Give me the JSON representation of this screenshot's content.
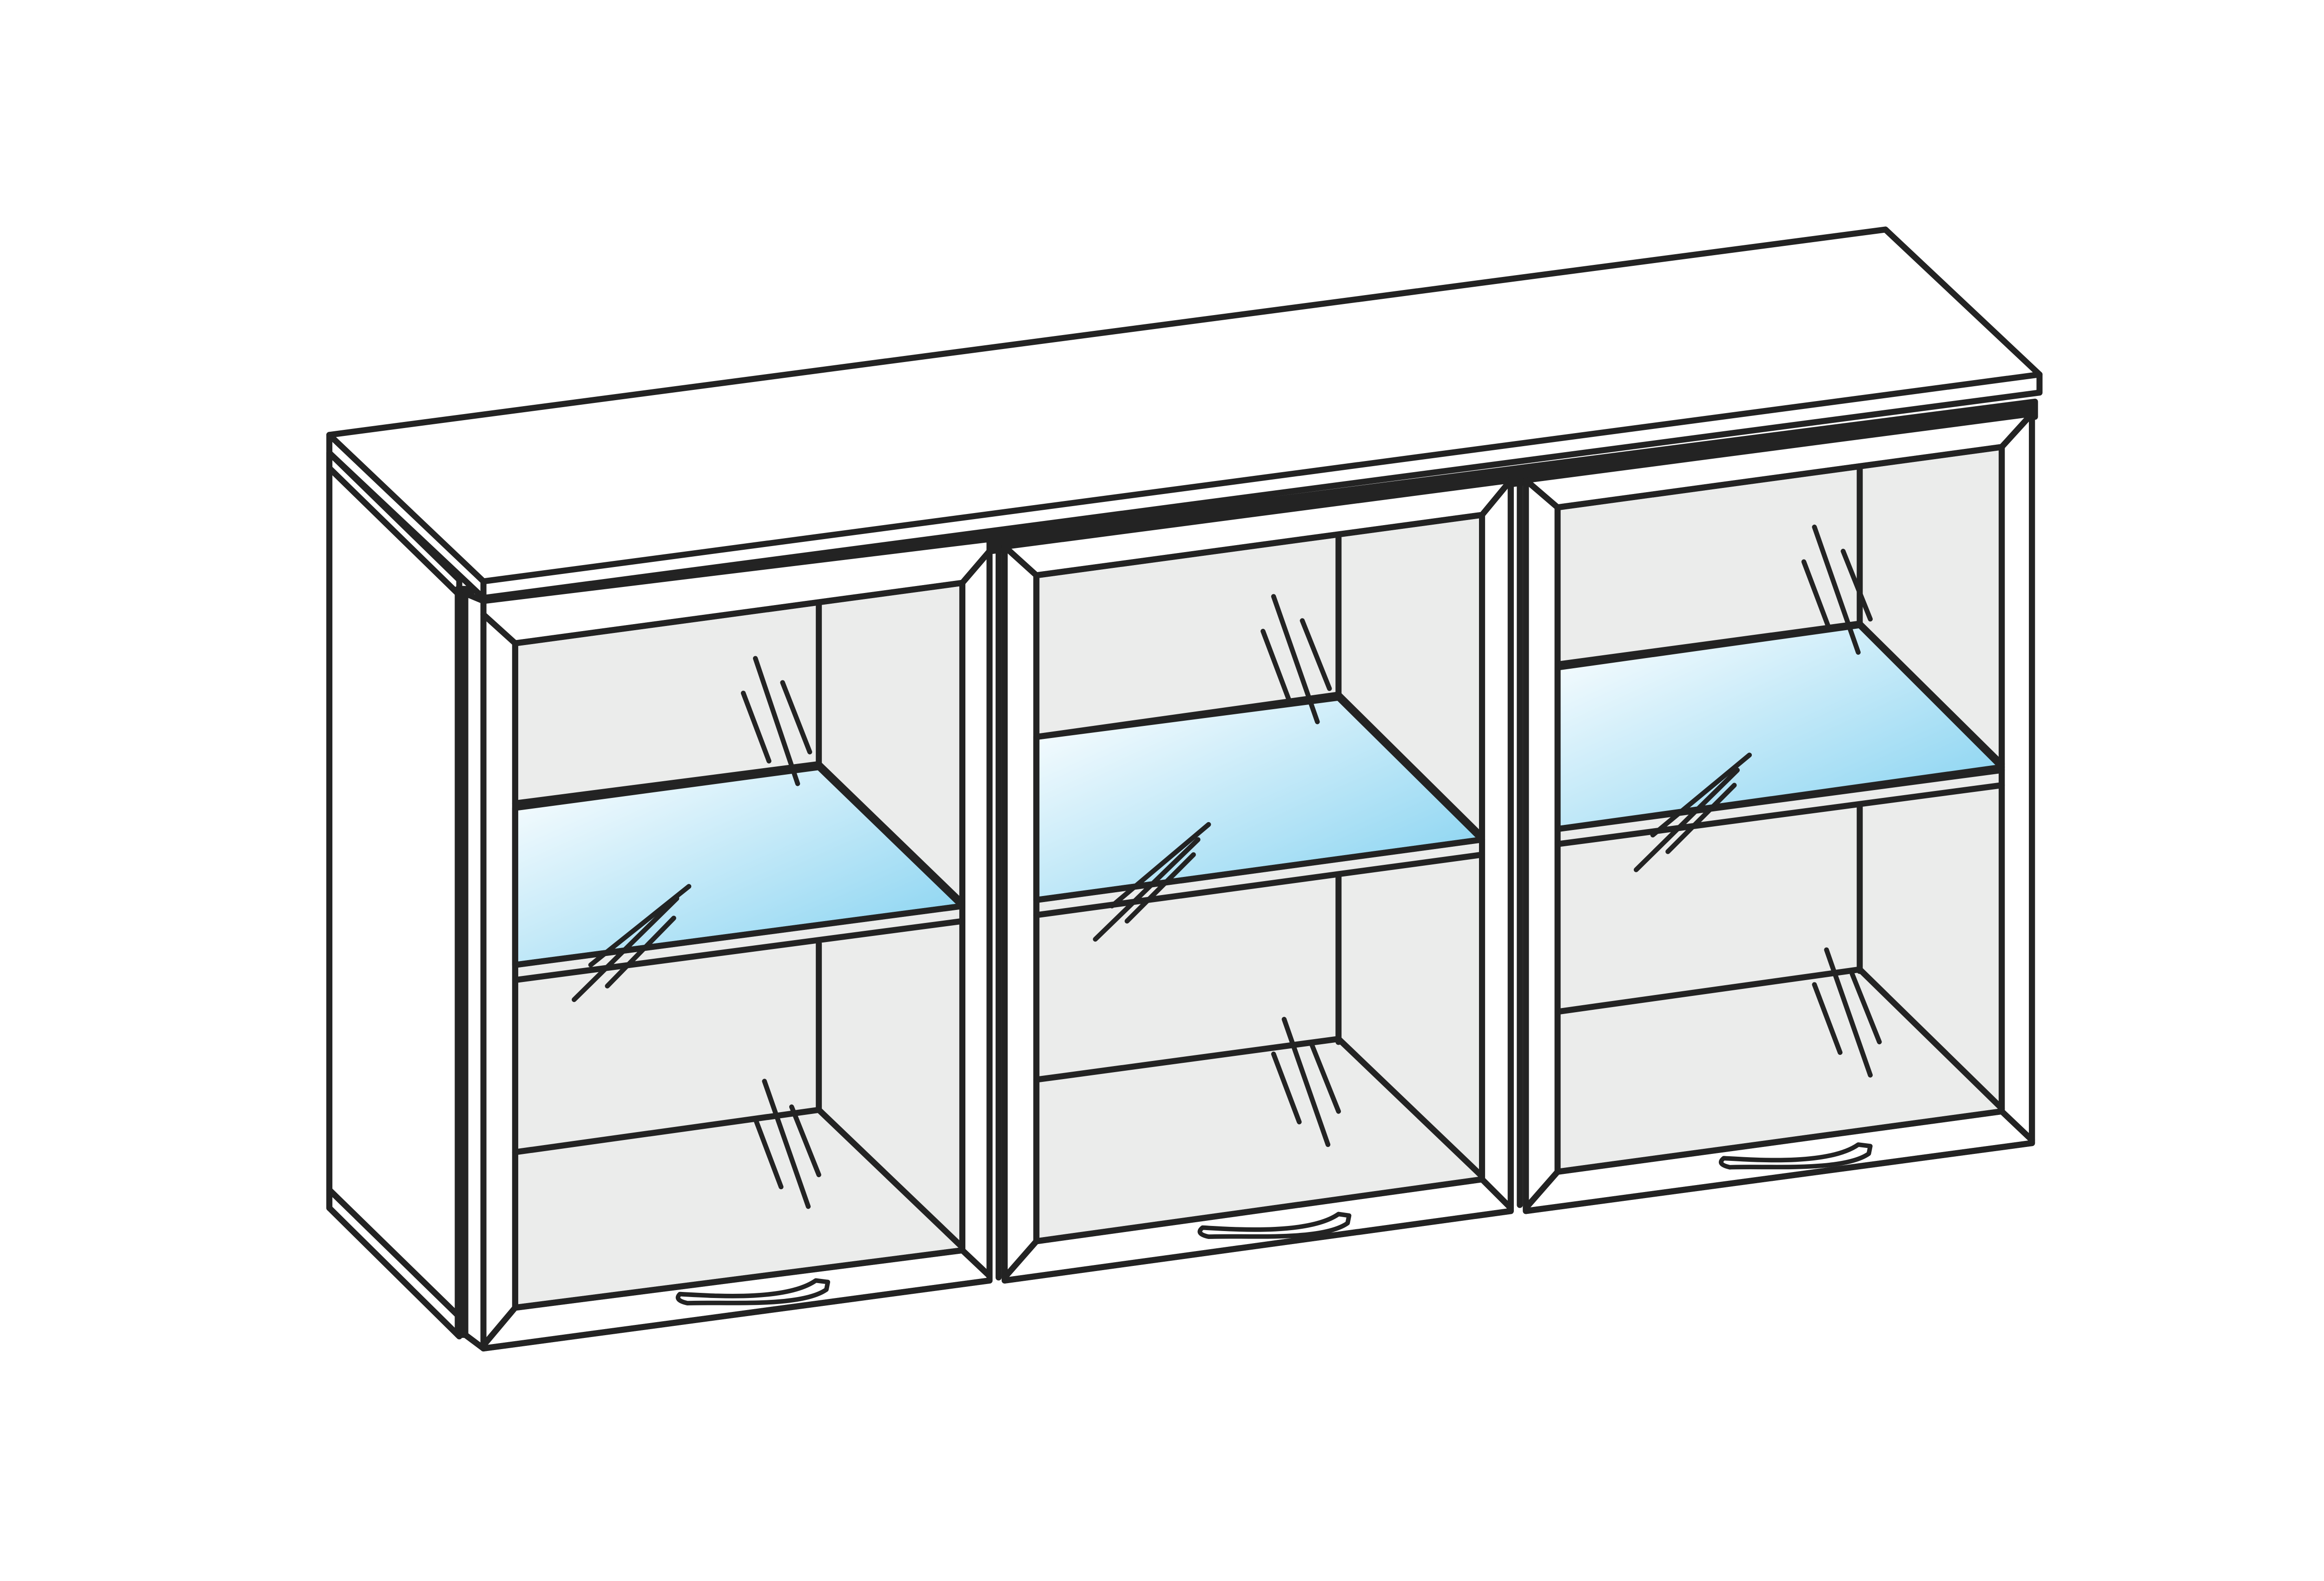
{
  "figure": {
    "subject": "wall-cabinet-three-glass-doors",
    "doors": [
      {
        "name": "left-glass-door",
        "shelves": 1,
        "handle": "bottom"
      },
      {
        "name": "middle-glass-door",
        "shelves": 1,
        "handle": "bottom"
      },
      {
        "name": "right-glass-door",
        "shelves": 1,
        "handle": "bottom"
      }
    ]
  },
  "colors": {
    "outline": "#232323",
    "panel": "#ffffff",
    "interior": "#ebeceb",
    "glass_shelf_light": "#ffffff",
    "glass_shelf_blue": "#7fd0f0"
  }
}
